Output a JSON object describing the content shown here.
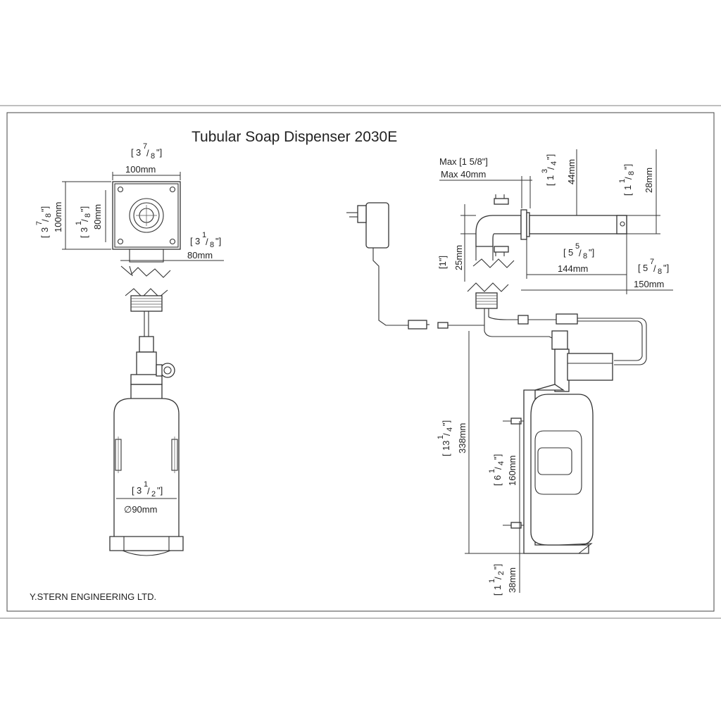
{
  "title": "Tubular Soap Dispenser 2030E",
  "company": "Y.STERN ENGINEERING LTD.",
  "top_view": {
    "width_in_main": "3",
    "width_in_num": "7",
    "width_in_den": "8",
    "width_mm": "100mm",
    "height_in_main": "3",
    "height_in_num": "7",
    "height_in_den": "8",
    "height_mm": "100mm",
    "inner_in_main": "3",
    "inner_in_num": "1",
    "inner_in_den": "8",
    "inner_mm": "80mm",
    "inner_w_in_main": "3",
    "inner_w_in_num": "1",
    "inner_w_in_den": "8",
    "inner_w_mm": "80mm"
  },
  "bottle_front": {
    "dia_in_main": "3",
    "dia_in_num": "1",
    "dia_in_den": "2",
    "dia_mm": "∅90mm"
  },
  "side_view": {
    "max_in": "Max [1 5/8\"]",
    "max_mm": "Max 40mm",
    "h44_in_main": "1",
    "h44_in_num": "3",
    "h44_in_den": "4",
    "h44_mm": "44mm",
    "h28_in_main": "1",
    "h28_in_num": "1",
    "h28_in_den": "8",
    "h28_mm": "28mm",
    "h25_in": "[1\"]",
    "h25_mm": "25mm",
    "l144_in_main": "5",
    "l144_in_num": "5",
    "l144_in_den": "8",
    "l144_mm": "144mm",
    "l150_in_main": "5",
    "l150_in_num": "7",
    "l150_in_den": "8",
    "l150_mm": "150mm",
    "h338_in_main": "13",
    "h338_in_num": "1",
    "h338_in_den": "4",
    "h338_mm": "338mm",
    "h160_in_main": "6",
    "h160_in_num": "1",
    "h160_in_den": "4",
    "h160_mm": "160mm",
    "h38_in_main": "1",
    "h38_in_num": "1",
    "h38_in_den": "2",
    "h38_mm": "38mm"
  }
}
